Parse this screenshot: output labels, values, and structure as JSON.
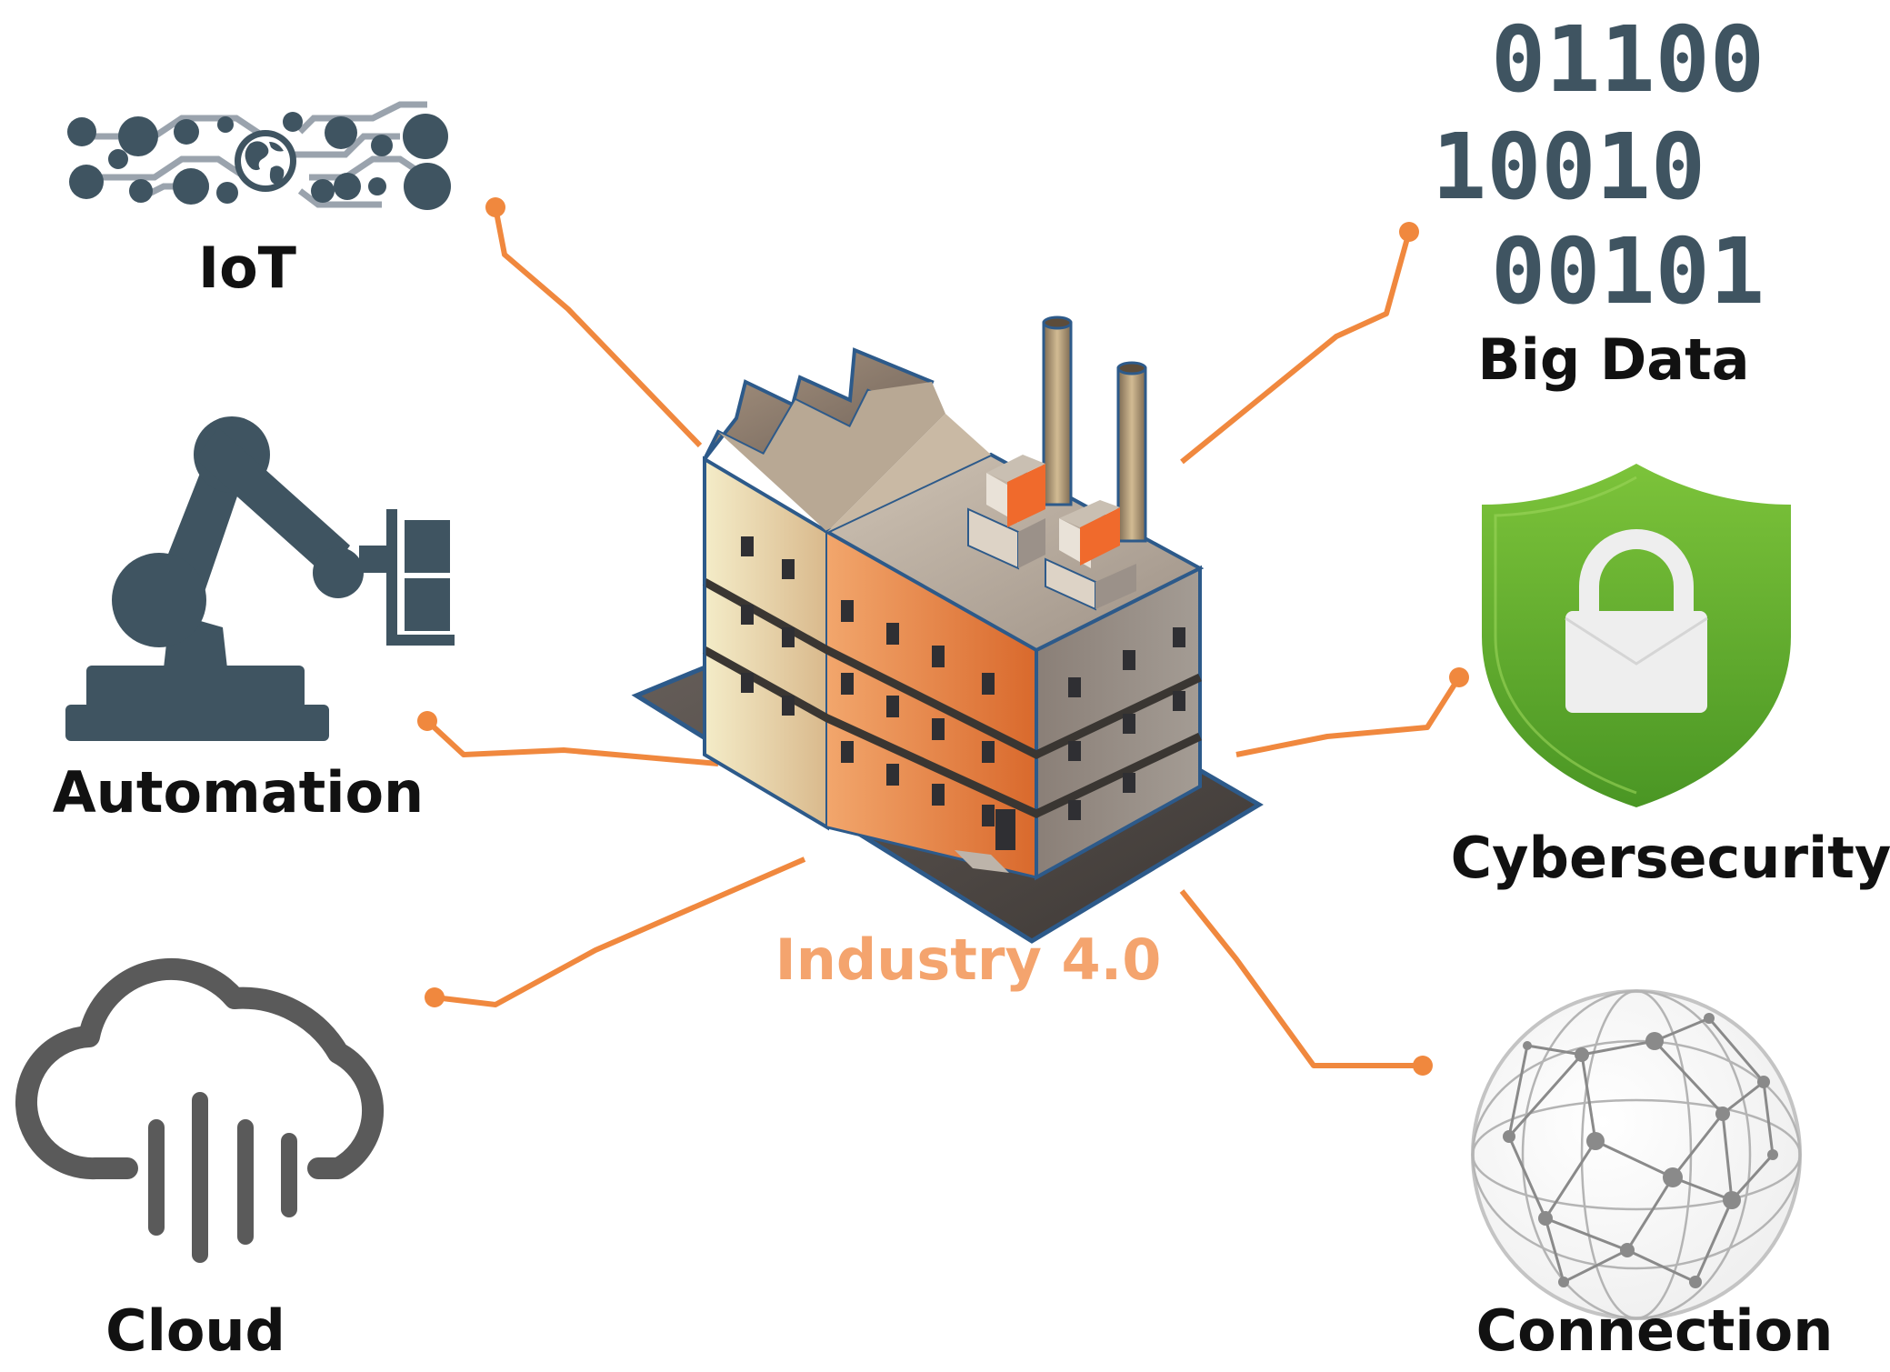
{
  "colors": {
    "connector": "#f0883e",
    "icon_slate": "#3f5461",
    "icon_gray": "#5a5a5a",
    "shield_green": "#5aaa2a",
    "center_label": "#f4a46e"
  },
  "center": {
    "label": "Industry 4.0",
    "icon": "factory-icon"
  },
  "nodes": [
    {
      "id": "iot",
      "label": "IoT",
      "icon": "iot-circuit-globe-icon"
    },
    {
      "id": "automation",
      "label": "Automation",
      "icon": "robotic-arm-icon"
    },
    {
      "id": "cloud",
      "label": "Cloud",
      "icon": "cloud-icon"
    },
    {
      "id": "big-data",
      "label": "Big Data",
      "icon": "binary-data-icon"
    },
    {
      "id": "cybersecurity",
      "label": "Cybersecurity",
      "icon": "shield-lock-icon"
    },
    {
      "id": "connection",
      "label": "Connection",
      "icon": "network-globe-icon"
    }
  ],
  "binary_lines": [
    "01100",
    "10010",
    "00101"
  ]
}
